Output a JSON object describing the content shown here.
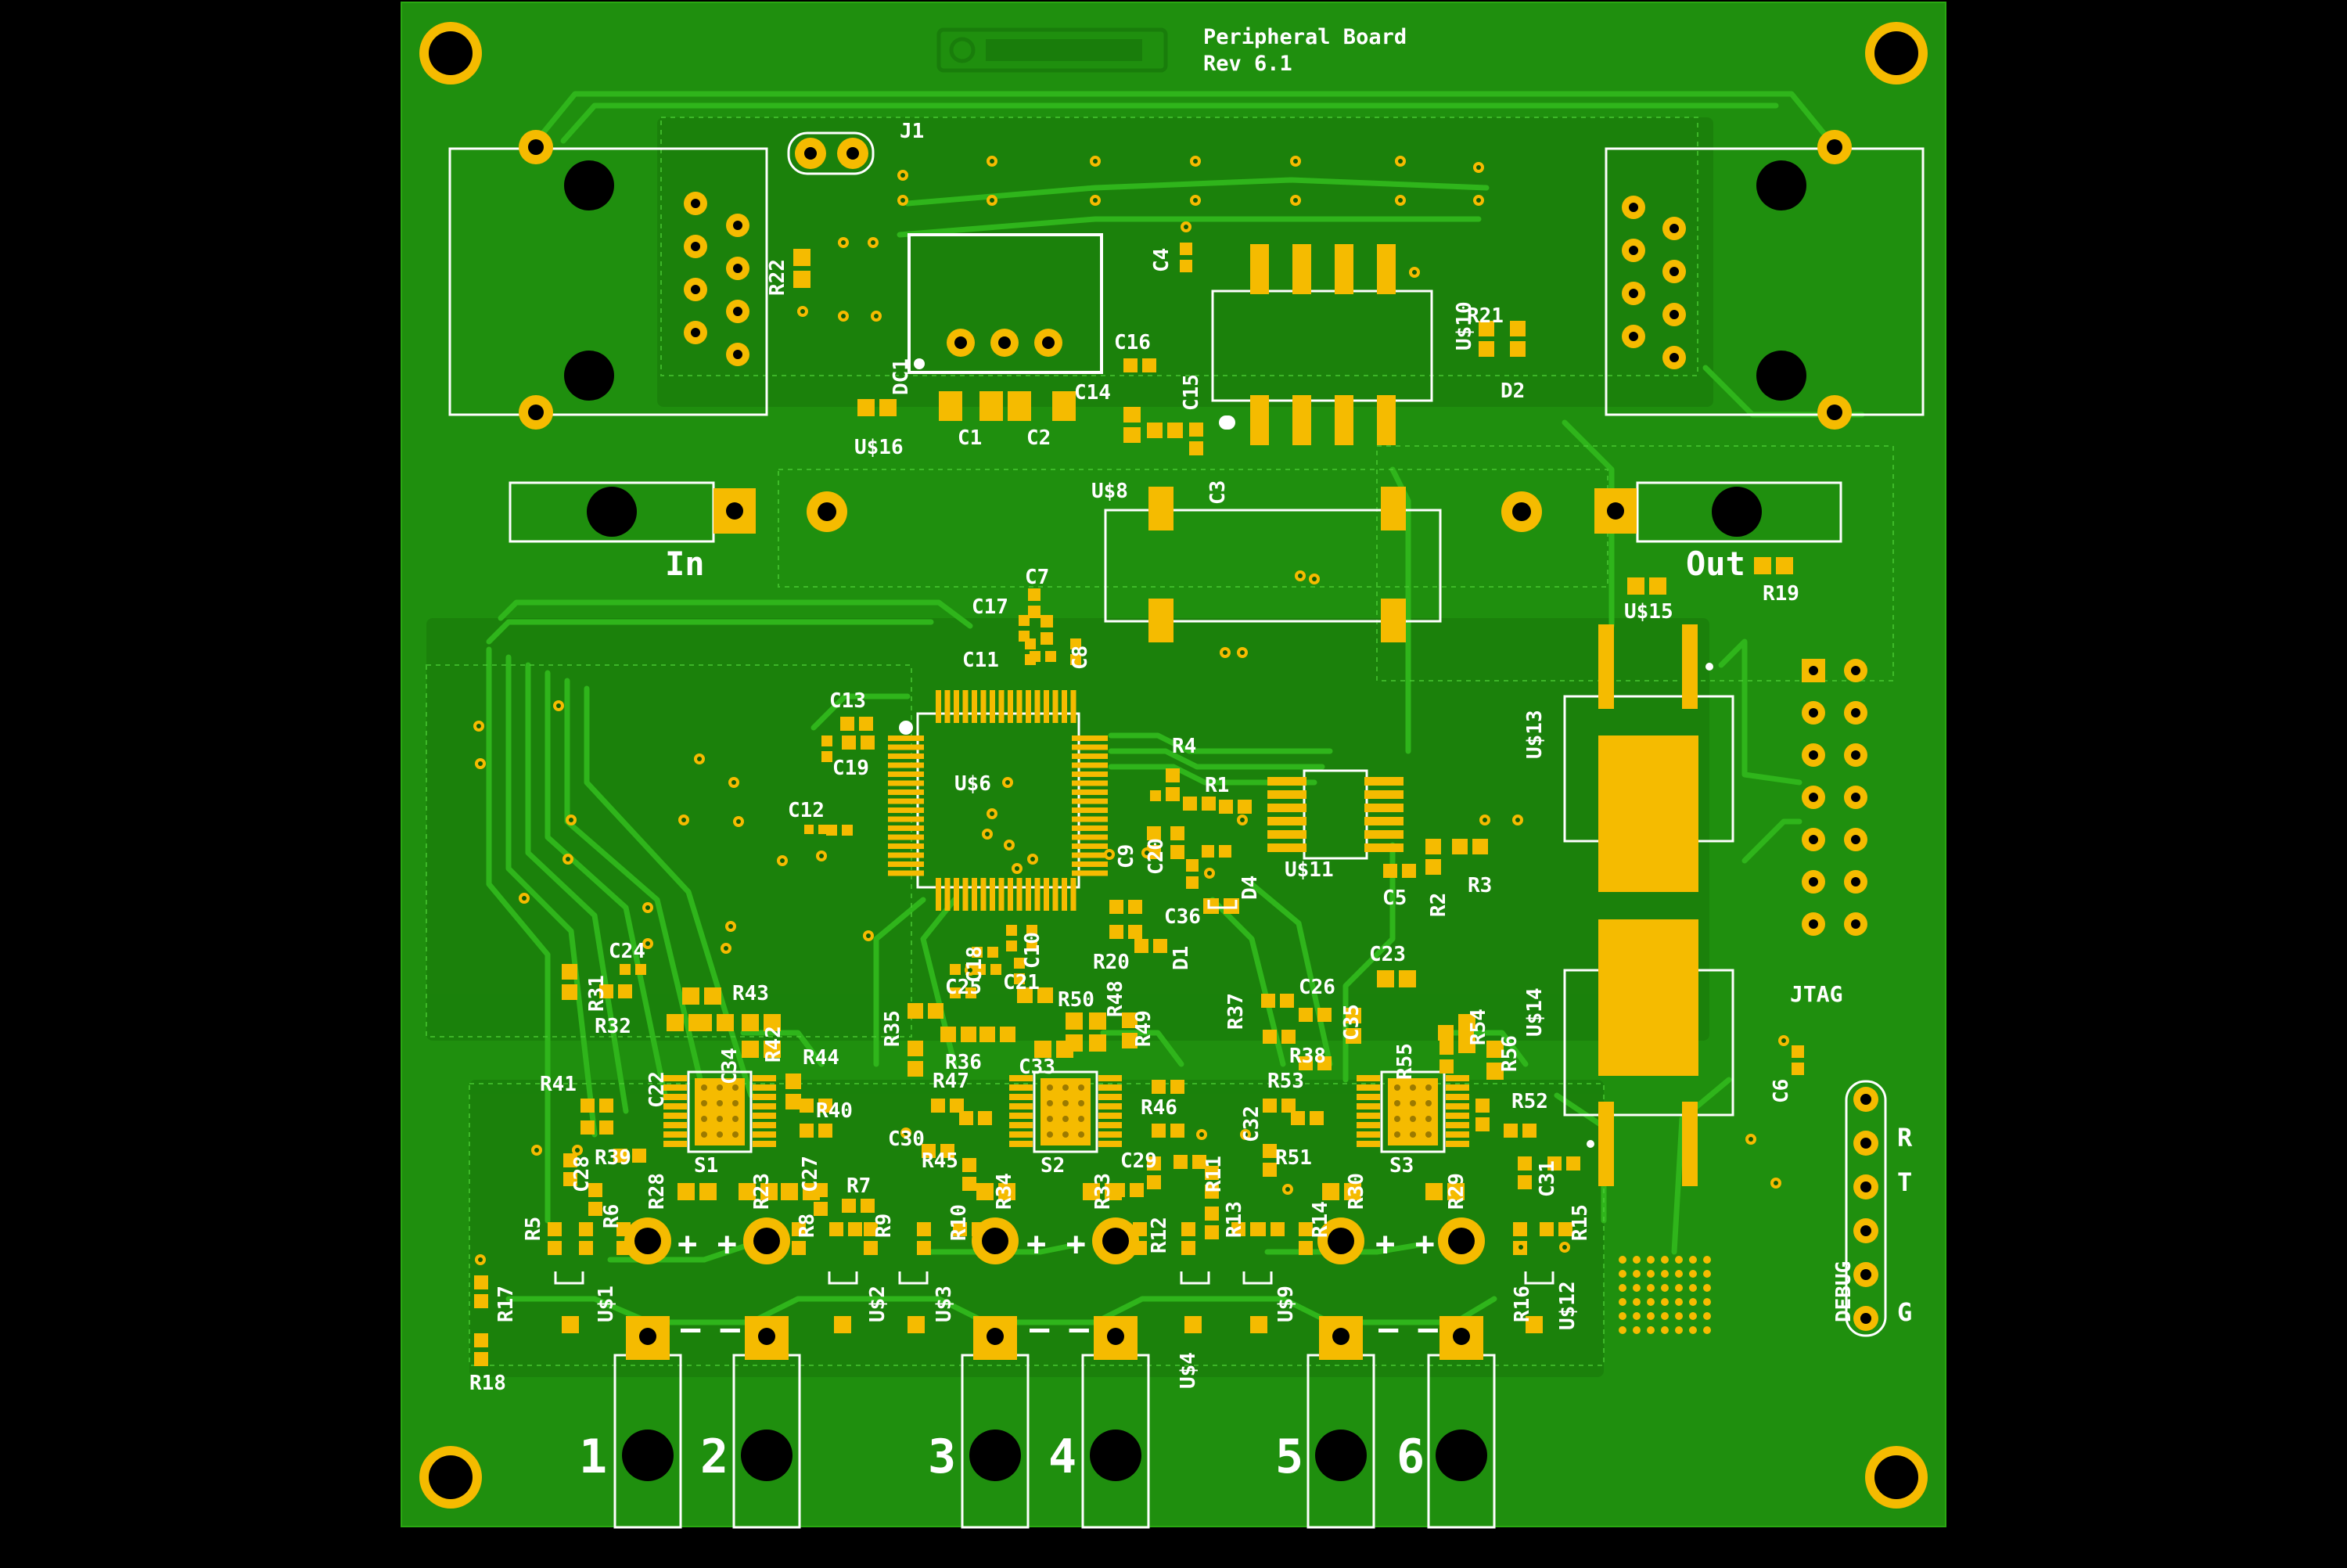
{
  "colors": {
    "background": "#000000",
    "board": "#1f8f0e",
    "board_dark": "#17760a",
    "copper": "#f5bb00",
    "silk": "#ffffff",
    "via": "#f5bb00"
  },
  "board": {
    "title": "Peripheral Board",
    "revision": "Rev 6.1"
  },
  "connectors": {
    "in_label": "In",
    "out_label": "Out",
    "jtag_label": "JTAG",
    "debug_label": "DEBUG",
    "debug_pins": [
      "R",
      "T",
      "G"
    ],
    "channel_numbers": [
      "1",
      "2",
      "3",
      "4",
      "5",
      "6"
    ],
    "polarity_plus": "+ +",
    "polarity_minus": "– –"
  },
  "ref_labels": {
    "J1": "J1",
    "R22": "R22",
    "DC1": "DC1",
    "C1": "C1",
    "C2": "C2",
    "US16": "U$16",
    "C4": "C4",
    "C16": "C16",
    "C14": "C14",
    "C15": "C15",
    "US8": "U$8",
    "C3": "C3",
    "US10": "U$10",
    "R21": "R21",
    "D2": "D2",
    "R19": "R19",
    "US15": "U$15",
    "C7": "C7",
    "C17": "C17",
    "C11": "C11",
    "C8": "C8",
    "C13": "C13",
    "C19": "C19",
    "C12": "C12",
    "US6": "U$6",
    "R4": "R4",
    "R1": "R1",
    "C9": "C9",
    "C20": "C20",
    "US11": "U$11",
    "C5": "C5",
    "R2": "R2",
    "R3": "R3",
    "D4": "D4",
    "C36": "C36",
    "D1": "D1",
    "R20": "R20",
    "US13": "U$13",
    "US14": "U$14",
    "C6": "C6",
    "C24": "C24",
    "R31": "R31",
    "R32": "R32",
    "R43": "R43",
    "C22": "C22",
    "C34": "C34",
    "R42": "R42",
    "R44": "R44",
    "R41": "R41",
    "R40": "R40",
    "R39": "R39",
    "S1": "S1",
    "C28": "C28",
    "R28": "R28",
    "R23": "R23",
    "C27": "C27",
    "R5": "R5",
    "R6": "R6",
    "R8": "R8",
    "R7": "R7",
    "US1": "U$1",
    "US2": "U$2",
    "R17": "R17",
    "R18": "R18",
    "C18": "C18",
    "C10": "C10",
    "C25": "C25",
    "C21": "C21",
    "R50": "R50",
    "R48": "R48",
    "R35": "R35",
    "R49": "R49",
    "R36": "R36",
    "C33": "C33",
    "R47": "R47",
    "R46": "R46",
    "C30": "C30",
    "R45": "R45",
    "S2": "S2",
    "C29": "C29",
    "R9": "R9",
    "R10": "R10",
    "R34": "R34",
    "R33": "R33",
    "R11": "R11",
    "R12": "R12",
    "R13": "R13",
    "US3": "U$3",
    "US4": "U$4",
    "R37": "R37",
    "C26": "C26",
    "C35": "C35",
    "C23": "C23",
    "R38": "R38",
    "R54": "R54",
    "R56": "R56",
    "R53": "R53",
    "R55": "R55",
    "R52": "R52",
    "C32": "C32",
    "R51": "R51",
    "S3": "S3",
    "R30": "R30",
    "R29": "R29",
    "C31": "C31",
    "R14": "R14",
    "R15": "R15",
    "R16": "R16",
    "US9": "U$9",
    "US12": "U$12"
  }
}
